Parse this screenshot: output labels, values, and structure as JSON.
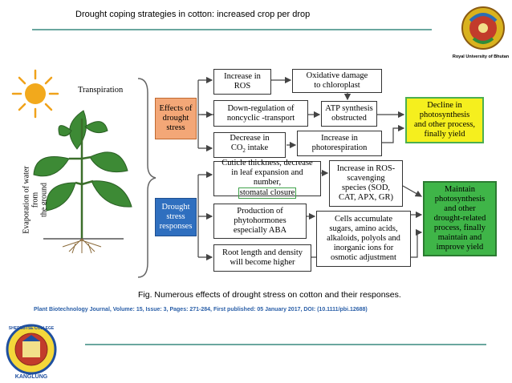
{
  "slide": {
    "title": "Drought coping strategies in cotton: increased crop per drop",
    "caption": "Fig. Numerous effects of drought stress on cotton and their responses.",
    "citation": "Plant Biotechnology Journal, Volume: 15, Issue: 3, Pages: 271-284, First published: 05 January 2017, DOI: (10.1111/pbi.12688)",
    "university_label": "Royal University of Bhutan",
    "college_logo_text": [
      "SHERUBTSE COLLEGE",
      "KANGLUNG"
    ],
    "accent_color": "#6aa79f"
  },
  "illustration": {
    "transpiration_label": "Transpiration",
    "evaporation_label": "Evaporation of water from\nthe ground",
    "sun_icon": "sun-icon",
    "plant_icon": "cotton-plant-icon"
  },
  "diagram": {
    "effects_box": "Effects of\ndrought\nstress",
    "responses_box": "Drought\nstress\nresponses",
    "effects": {
      "ros": "Increase in\nROS",
      "oxidative": "Oxidative damage\nto chloroplast",
      "downreg": "Down-regulation of\nnoncyclic -transport",
      "atp": "ATP synthesis\nobstructed",
      "co2_prefix": "Decrease in",
      "co2_main": "CO",
      "co2_sub": "2",
      "co2_suffix": " intake",
      "photoresp": "Increase in\nphotorespiration",
      "decline": "Decline in\nphotosynthesis\nand other process,\nfinally yield"
    },
    "responses": {
      "cuticle_text": "Cuticle thickness, decrease\nin leaf expansion and\nnumber,",
      "stomatal": "stomatal closure",
      "ros_scav": "Increase in ROS-\nscavenging\nspecies (SOD,\nCAT, APX, GR)",
      "phyto": "Production of\nphytohormones\nespecially ABA",
      "cells": "Cells accumulate\nsugars, amino acids,\nalkaloids, polyols and\ninorganic ions for\nosmotic adjustment",
      "root": "Root length and density\nwill become higher",
      "maintain": "Maintain\nphotosynthesis\nand other\ndrought-related\nprocess, finally\nmaintain and\nimprove yield"
    }
  }
}
